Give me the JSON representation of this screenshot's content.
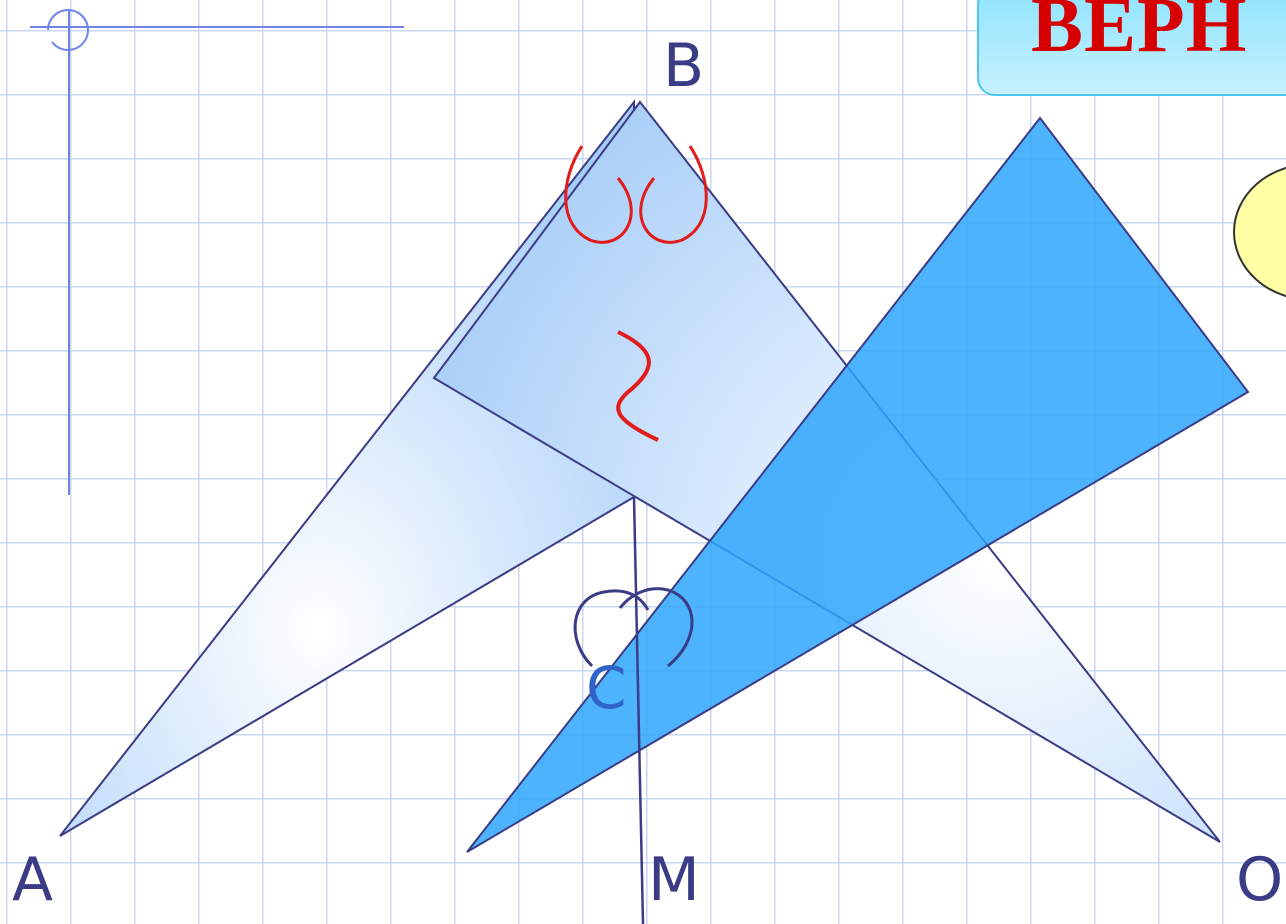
{
  "labels": {
    "A": "A",
    "B": "B",
    "M": "M",
    "O": "O",
    "C": "C"
  },
  "callout": {
    "text": "ВЕРН"
  },
  "colors": {
    "light_triangle": "#bcd9fb",
    "dark_triangle": "#2ea6fb",
    "outline": "#3b3b86",
    "angle_mark_red": "#e21b1b",
    "angle_mark_dark": "#3b3b86",
    "callout_fill": "#aeeaff",
    "callout_text": "#d60000",
    "oval_fill": "#ffffa6"
  }
}
